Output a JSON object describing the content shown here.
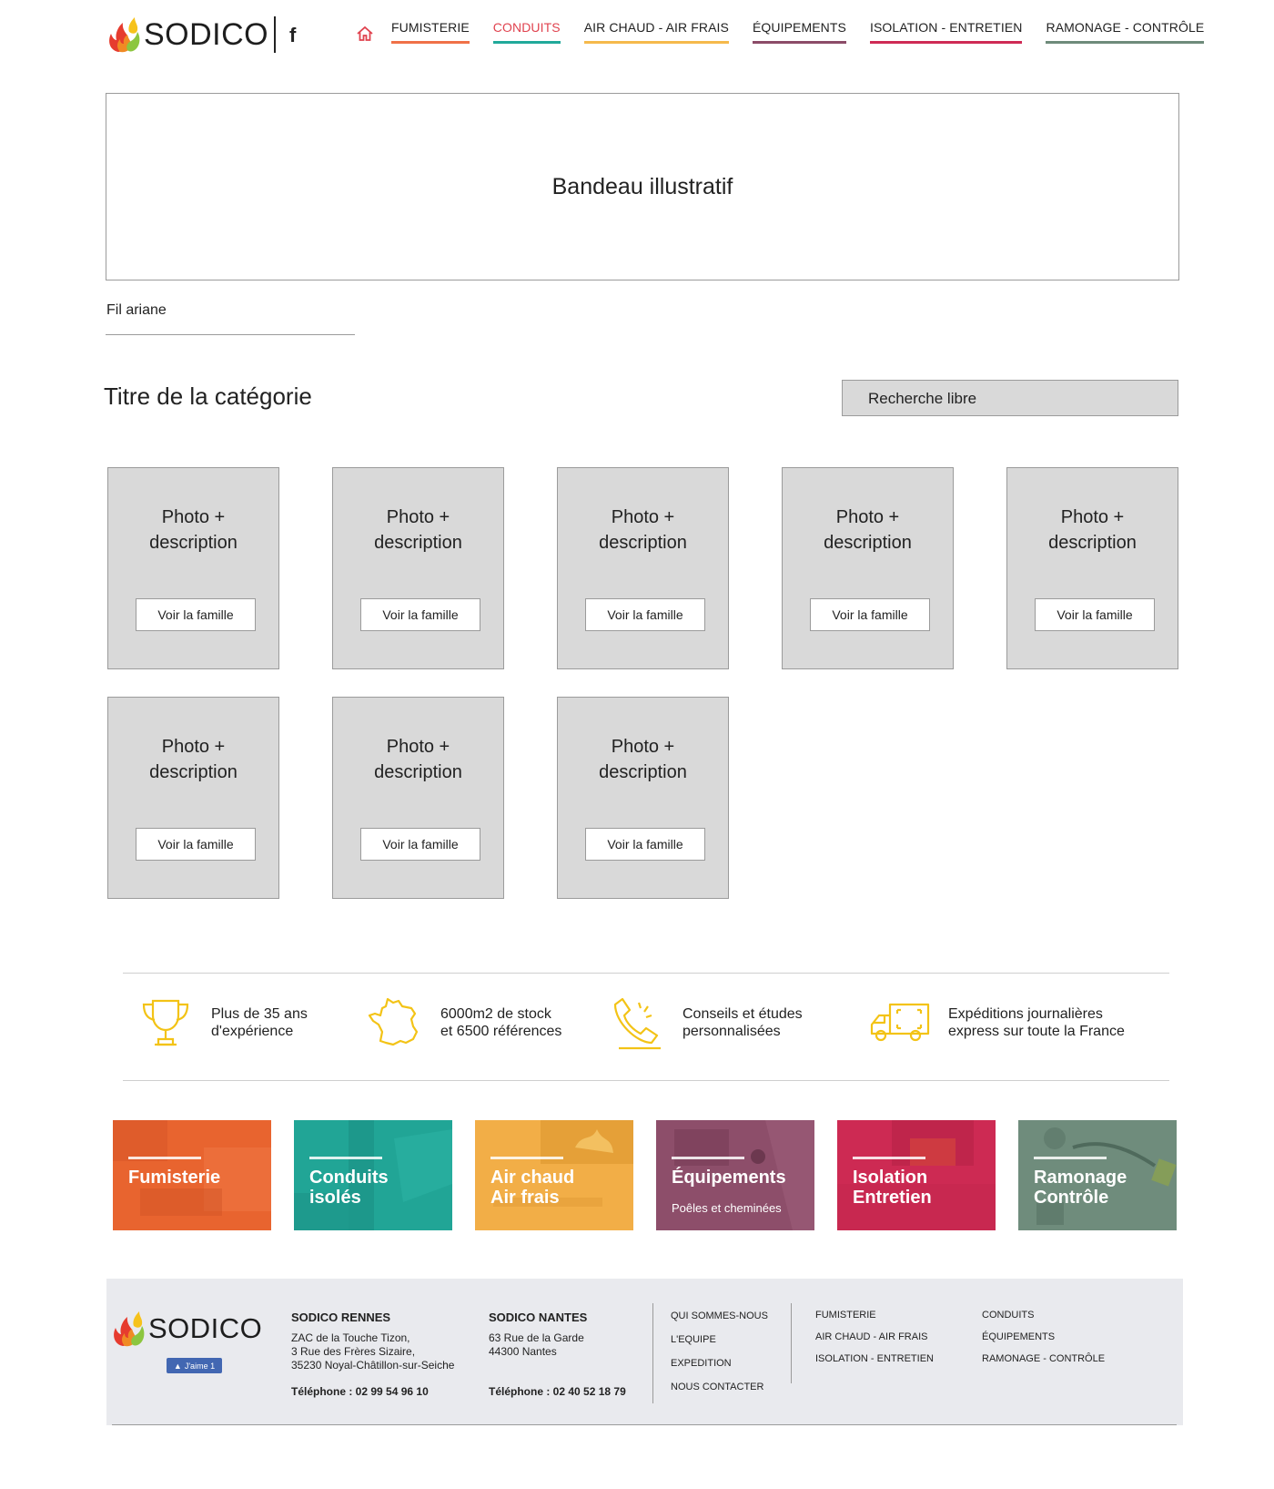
{
  "brand": {
    "name": "SODICO"
  },
  "header": {
    "facebook_icon": "facebook-icon",
    "home_icon": "home-icon",
    "nav": [
      {
        "label": "FUMISTERIE",
        "color": "#f07148"
      },
      {
        "label": "CONDUITS",
        "color": "#20a99a",
        "active": true
      },
      {
        "label": "AIR CHAUD - AIR FRAIS",
        "color": "#f5b94c"
      },
      {
        "label": "ÉQUIPEMENTS",
        "color": "#8c4c68"
      },
      {
        "label": "ISOLATION - ENTRETIEN",
        "color": "#cf2a55"
      },
      {
        "label": "RAMONAGE - CONTRÔLE",
        "color": "#6e8b7a"
      }
    ]
  },
  "banner": {
    "text": "Bandeau illustratif"
  },
  "breadcrumb": {
    "text": "Fil ariane"
  },
  "category": {
    "title": "Titre de la catégorie"
  },
  "search": {
    "placeholder": "Recherche libre"
  },
  "cards": [
    {
      "text_line1": "Photo +",
      "text_line2": "description",
      "button": "Voir la famille"
    },
    {
      "text_line1": "Photo +",
      "text_line2": "description",
      "button": "Voir la famille"
    },
    {
      "text_line1": "Photo +",
      "text_line2": "description",
      "button": "Voir la famille"
    },
    {
      "text_line1": "Photo +",
      "text_line2": "description",
      "button": "Voir la famille"
    },
    {
      "text_line1": "Photo +",
      "text_line2": "description",
      "button": "Voir la famille"
    },
    {
      "text_line1": "Photo +",
      "text_line2": "description",
      "button": "Voir la famille"
    },
    {
      "text_line1": "Photo +",
      "text_line2": "description",
      "button": "Voir la famille"
    },
    {
      "text_line1": "Photo +",
      "text_line2": "description",
      "button": "Voir la famille"
    }
  ],
  "features": [
    {
      "icon": "trophy-icon",
      "line1": "Plus de 35 ans",
      "line2": "d'expérience"
    },
    {
      "icon": "france-map-icon",
      "line1": "6000m2 de stock",
      "line2": "et 6500 références"
    },
    {
      "icon": "phone-icon",
      "line1": "Conseils et études",
      "line2": "personnalisées"
    },
    {
      "icon": "truck-icon",
      "line1": "Expéditions journalières",
      "line2": "express sur toute la France"
    }
  ],
  "tiles": [
    {
      "line1": "Fumisterie",
      "line2": "",
      "sub": "",
      "color": "#e8642f"
    },
    {
      "line1": "Conduits",
      "line2": "isolés",
      "sub": "",
      "color": "#21a596"
    },
    {
      "line1": "Air chaud",
      "line2": "Air frais",
      "sub": "",
      "color": "#f2ae47"
    },
    {
      "line1": "Équipements",
      "line2": "",
      "sub": "Poêles et cheminées",
      "color": "#8d4e6a"
    },
    {
      "line1": "Isolation",
      "line2": "Entretien",
      "sub": "",
      "color": "#cd2a53"
    },
    {
      "line1": "Ramonage",
      "line2": "Contrôle",
      "sub": "",
      "color": "#6f8c7c"
    }
  ],
  "footer": {
    "fb_like": "J'aime 1",
    "rennes": {
      "title": "SODICO RENNES",
      "addr1": "ZAC de la Touche Tizon,",
      "addr2": "3 Rue des Frères Sizaire,",
      "addr3": "35230 Noyal-Châtillon-sur-Seiche",
      "tel": "Téléphone : 02 99 54 96 10"
    },
    "nantes": {
      "title": "SODICO NANTES",
      "addr1": "63 Rue de la Garde",
      "addr2": "44300 Nantes",
      "tel": "Téléphone : 02 40 52 18 79"
    },
    "links_about": [
      "QUI SOMMES-NOUS",
      "L'EQUIPE",
      "EXPEDITION",
      "NOUS CONTACTER"
    ],
    "links_cat1": [
      "FUMISTERIE",
      "AIR CHAUD - AIR FRAIS",
      "ISOLATION - ENTRETIEN"
    ],
    "links_cat2": [
      "CONDUITS",
      "ÉQUIPEMENTS",
      "RAMONAGE - CONTRÔLE"
    ]
  }
}
